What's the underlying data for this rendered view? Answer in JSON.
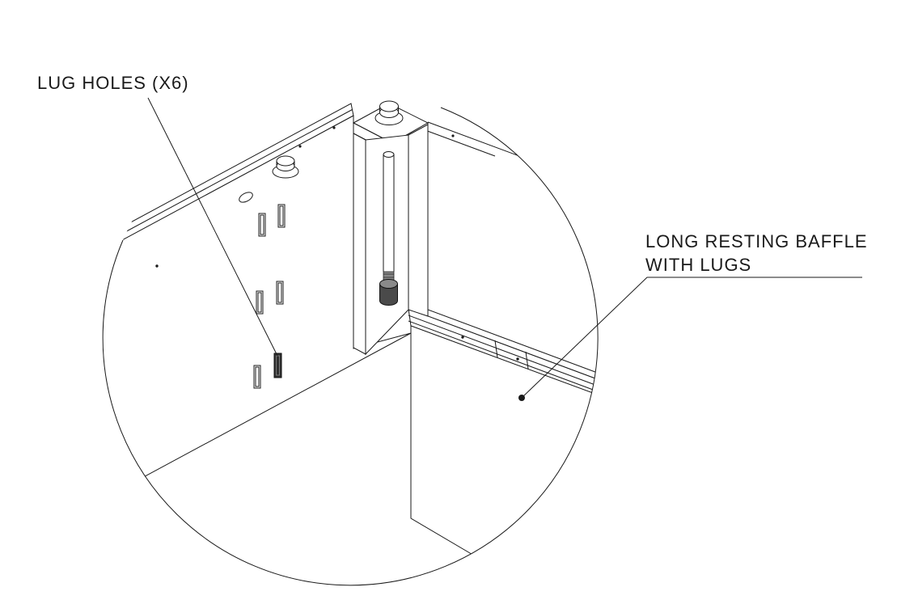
{
  "page": {
    "background": "#ffffff",
    "line_color": "#1a1a1a",
    "view_type": "isometric detail view"
  },
  "annotations": {
    "lug_holes_label": "LUG HOLES (X6)",
    "baffle_label_line1": "LONG RESTING BAFFLE",
    "baffle_label_line2": "WITH LUGS"
  }
}
